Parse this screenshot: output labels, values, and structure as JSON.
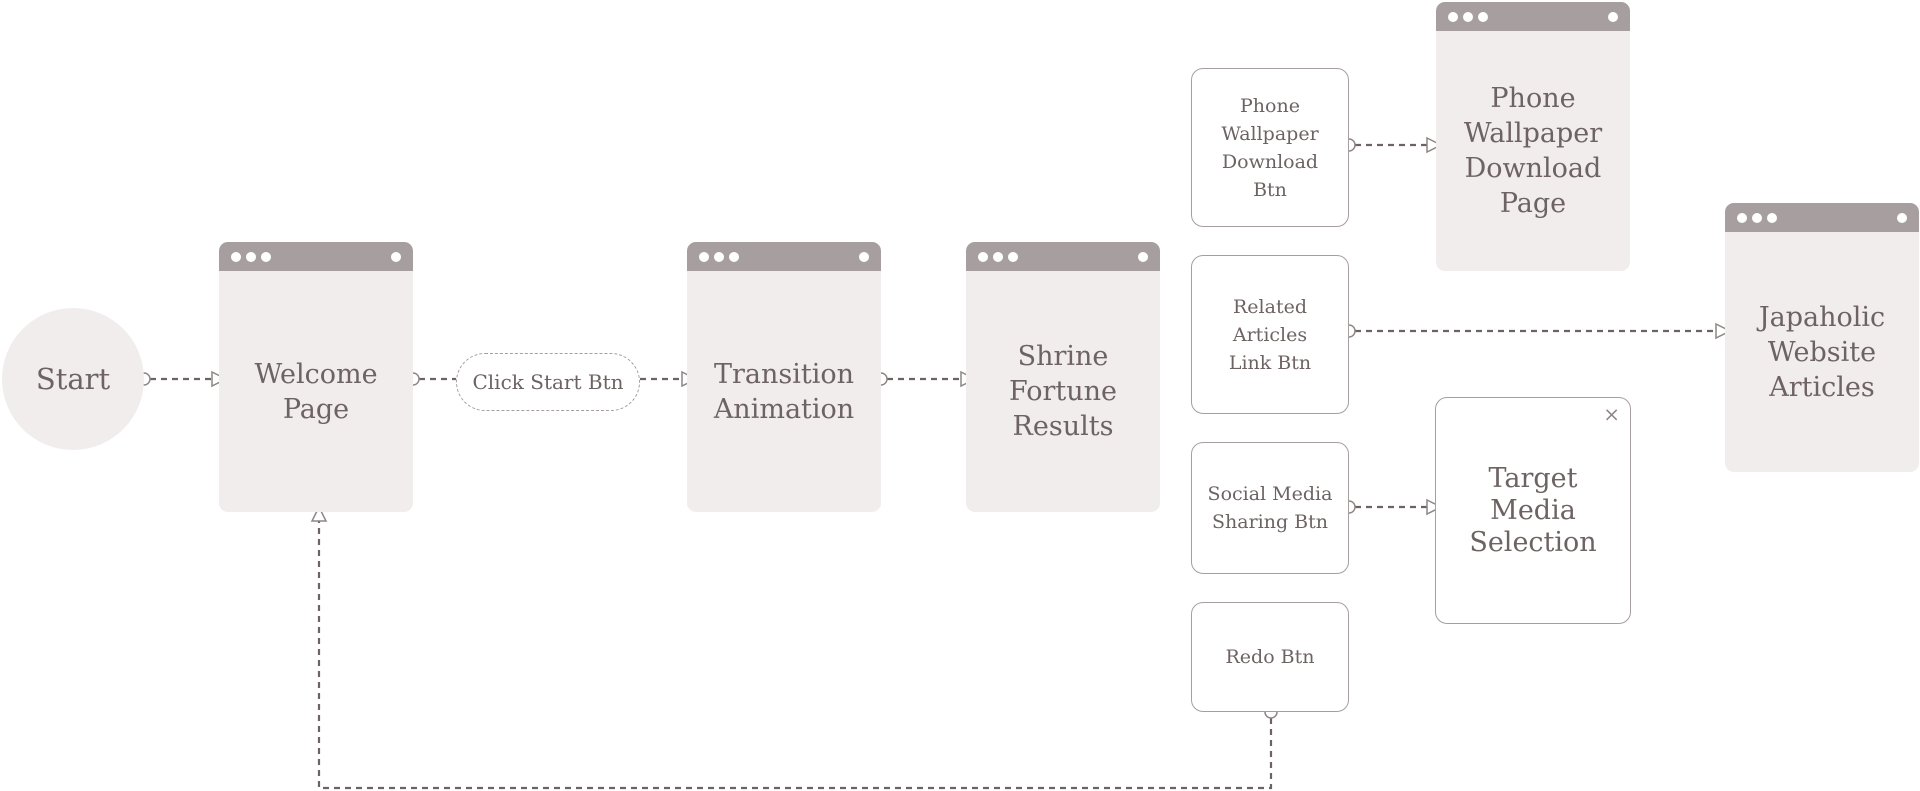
{
  "colors": {
    "node_fill": "#f2eded",
    "titlebar": "#a79f9f",
    "stroke": "#a79f9f",
    "connector": "#6e6363",
    "text": "#6e6363"
  },
  "nodes": {
    "start": {
      "label": "Start"
    },
    "welcome_page": {
      "label": "Welcome\nPage"
    },
    "click_start_btn": {
      "label": "Click Start Btn"
    },
    "transition_animation": {
      "label": "Transition\nAnimation"
    },
    "shrine_fortune_results": {
      "label": "Shrine\nFortune\nResults"
    },
    "phone_wallpaper_btn": {
      "label": "Phone\nWallpaper\nDownload\nBtn"
    },
    "phone_wallpaper_page": {
      "label": "Phone\nWallpaper\nDownload\nPage"
    },
    "related_articles_btn": {
      "label": "Related\nArticles\nLink Btn"
    },
    "japaholic_articles": {
      "label": "Japaholic\nWebsite\nArticles"
    },
    "social_media_btn": {
      "label": "Social Media\nSharing Btn"
    },
    "target_media_selection": {
      "label": "Target\nMedia\nSelection",
      "close_icon": "×"
    },
    "redo_btn": {
      "label": "Redo Btn"
    }
  }
}
